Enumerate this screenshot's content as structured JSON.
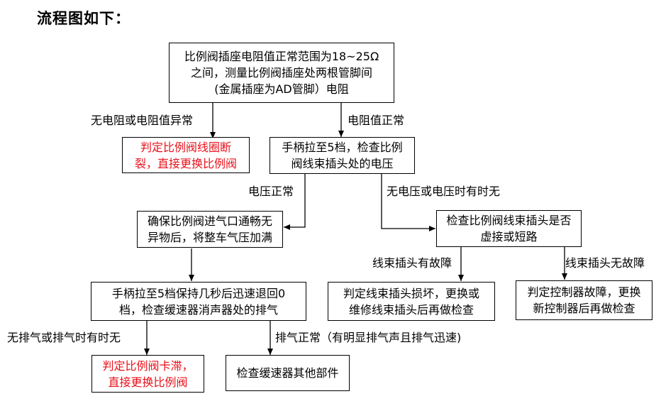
{
  "title": "流程图如下：",
  "nodes": {
    "start": {
      "lines": [
        "比例阀插座电阻值正常范围为18~25Ω",
        "之间，测量比例阀插座处两根管脚间",
        "(金属插座为AD管脚）电阻"
      ]
    },
    "coil_fault": {
      "lines": [
        "判定比例阀线圈断",
        "裂，直接更换比例阀"
      ]
    },
    "handle5_voltage": {
      "lines": [
        "手柄拉至5档，检查比例",
        "阀线束插头处的电压"
      ]
    },
    "ensure_air": {
      "lines": [
        "确保比例阀进气口通畅无",
        "异物后，将整车气压加满"
      ]
    },
    "check_plug": {
      "lines": [
        "检查比例阀线束插头是否",
        "虚接或短路"
      ]
    },
    "handle5_exhaust": {
      "lines": [
        "手柄拉至5档保持几秒后迅速退回0",
        "档，检查缓速器消声器处的排气"
      ]
    },
    "harness_fault": {
      "lines": [
        "判定线束插头损坏，更换或",
        "维修线束插头后再做检查"
      ]
    },
    "controller_fault": {
      "lines": [
        "判定控制器故障，更换",
        "新控制器后再做检查"
      ]
    },
    "valve_stuck": {
      "lines": [
        "判定比例阀卡滞，",
        "直接更换比例阀"
      ]
    },
    "check_other": {
      "lines": [
        "检查缓速器其他部件"
      ]
    }
  },
  "edges": {
    "no_resistance": "无电阻或电阻值异常",
    "resistance_ok": "电阻值正常",
    "voltage_ok": "电压正常",
    "no_voltage": "无电压或电压时有时无",
    "harness_has_fault": "线束插头有故障",
    "harness_no_fault": "线束插头无故障",
    "no_exhaust": "无排气或排气时有时无",
    "exhaust_ok": "排气正常（有明显排气声且排气迅速)"
  },
  "colors": {
    "line": "#000000",
    "alert_text": "#e8101a"
  }
}
